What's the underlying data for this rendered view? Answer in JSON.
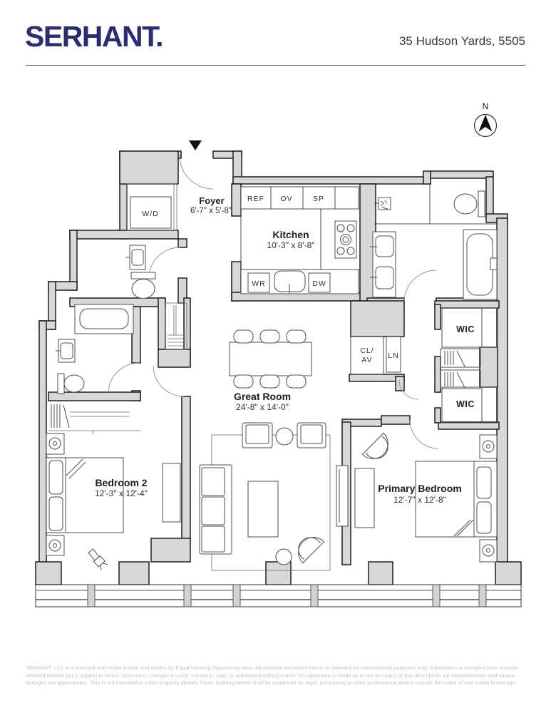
{
  "header": {
    "brand": "SERHANT.",
    "address": "35 Hudson Yards, 5505"
  },
  "compass": {
    "label": "N"
  },
  "rooms": {
    "foyer": {
      "name": "Foyer",
      "dims": "6'-7\" x 5'-8\""
    },
    "kitchen": {
      "name": "Kitchen",
      "dims": "10'-3\" x 8'-8\""
    },
    "great_room": {
      "name": "Great Room",
      "dims": "24'-8\" x 14'-0\""
    },
    "bedroom2": {
      "name": "Bedroom 2",
      "dims": "12'-3\" x 12'-4\""
    },
    "primary_bedroom": {
      "name": "Primary Bedroom",
      "dims": "12'-7\" x 12'-8\""
    },
    "wic_upper": {
      "name": "WIC"
    },
    "wic_lower": {
      "name": "WIC"
    }
  },
  "closets": {
    "wd": "W/D",
    "cl": "CL/",
    "av": "AV",
    "ln": "LN"
  },
  "appliances": {
    "ref": "REF",
    "ov": "OV",
    "sp": "SP",
    "wr": "WR",
    "dw": "DW"
  },
  "colors": {
    "brand": "#2b2d6e",
    "wall_fill": "#d8d8d8",
    "wall_line": "#1e1e1e",
    "disclaimer_text": "#c2c2c2"
  },
  "footer": {
    "disclaimer": "SERHANT. LLC is a licensed real estate broker and abides by Equal Housing Opportunity laws. All material presented herein is intended for informational purposes only. Information is compiled from sources deemed reliable but is subject to errors, omissions, changes in price, condition, sale, or withdrawal without notice. No statement is made as to the accuracy of any description. All measurements and square footages are approximate. This is not intended to solicit property already listed. Nothing herein shall be construed as legal, accounting or other professional advice outside the realm of real estate brokerage."
  }
}
